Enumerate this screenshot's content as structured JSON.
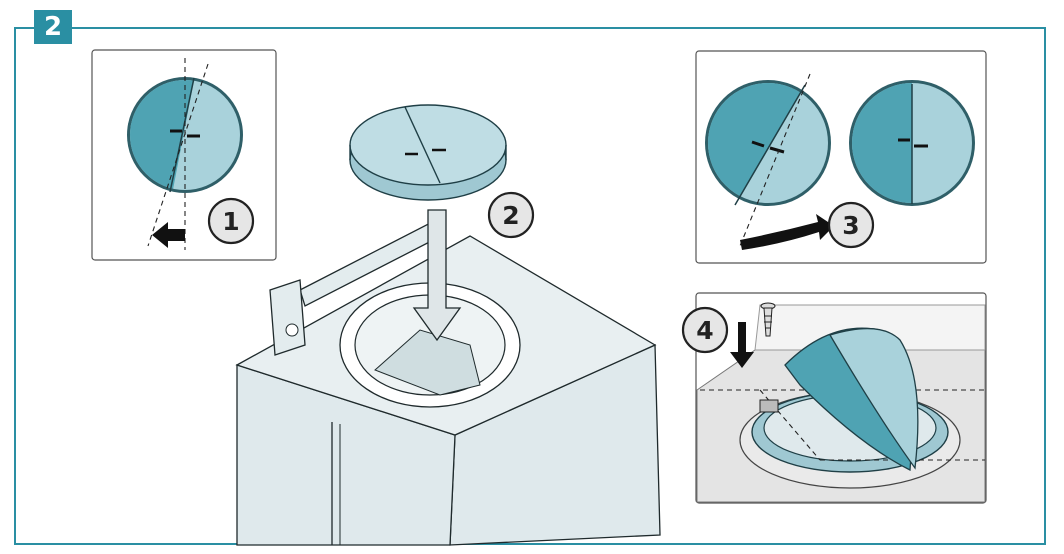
{
  "step_number": "2",
  "callouts": [
    {
      "id": "callout-1",
      "label": "1"
    },
    {
      "id": "callout-2",
      "label": "2"
    },
    {
      "id": "callout-3",
      "label": "3"
    },
    {
      "id": "callout-4",
      "label": "4"
    }
  ],
  "colors": {
    "frame": "#2a8fa3",
    "flap_dark": "#4fa3b3",
    "flap_light": "#a9d2db",
    "hood": "#dfe9ec"
  }
}
